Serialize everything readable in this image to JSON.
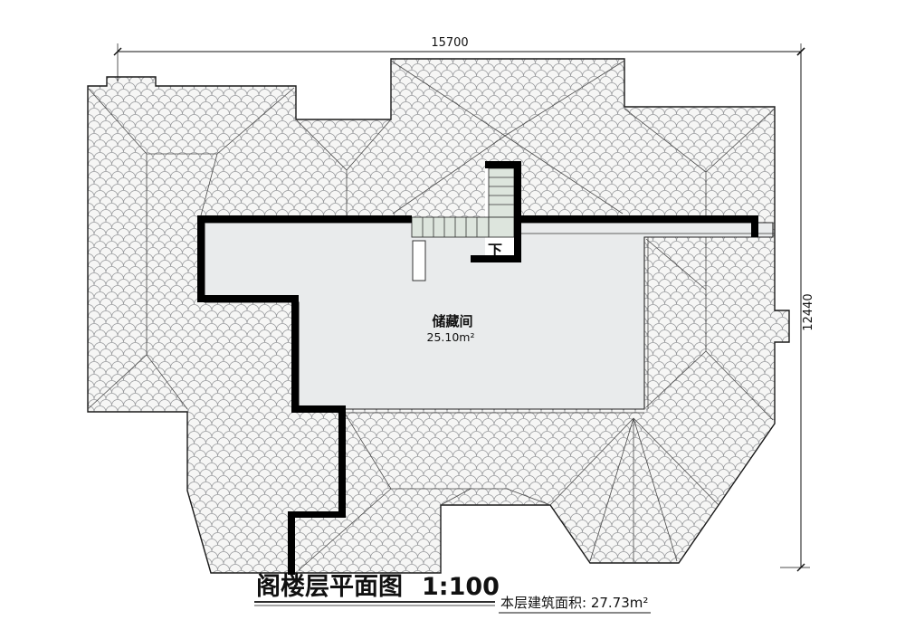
{
  "drawing": {
    "dim_top": "15700",
    "dim_right": "12440",
    "room_name": "储藏间",
    "room_area": "25.10m²",
    "stair_label": "下",
    "title": "阁楼层平面图",
    "scale": "1:100",
    "area_note": "本层建筑面积: 27.73m²"
  },
  "colors": {
    "wall": "#000000",
    "interior": "#e9ebec",
    "roof_bg": "#f6f6f5",
    "tile_line": "#97999c",
    "stair_fill": "#dde5dd",
    "outline": "#1a1a1a"
  }
}
